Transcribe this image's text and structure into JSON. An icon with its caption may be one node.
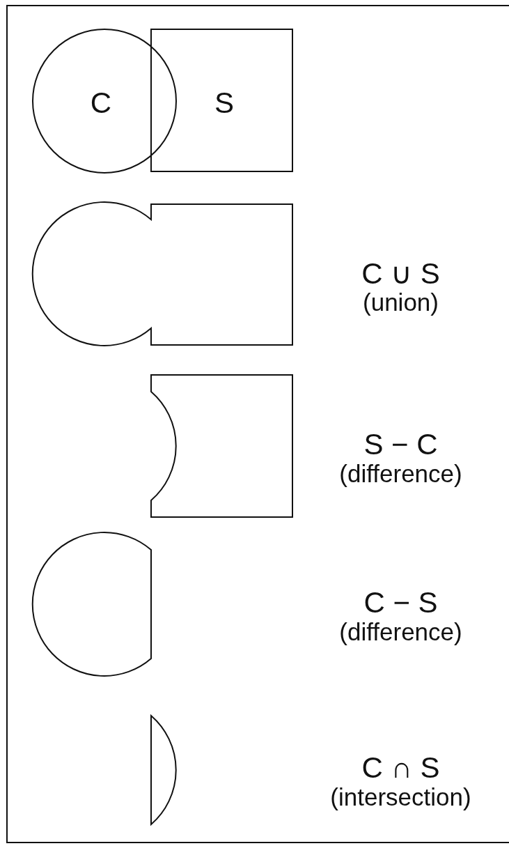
{
  "diagram": {
    "nodes": [
      {
        "text": [
          "C"
        ]
      },
      {
        "text": [
          "S"
        ]
      },
      {
        "text": [],
        "shape": "blob",
        "beside": [
          "C ∪ S",
          "(union)"
        ]
      },
      {
        "text": [],
        "shape": "box",
        "beside": [
          "S − C",
          "(difference)"
        ]
      },
      {
        "text": [],
        "shape": "circle",
        "beside": [
          "C − S",
          "(difference)"
        ]
      },
      {
        "text": [],
        "shape": "lens",
        "beside": [
          "C ∩ S",
          "(intersection)"
        ]
      }
    ]
  }
}
